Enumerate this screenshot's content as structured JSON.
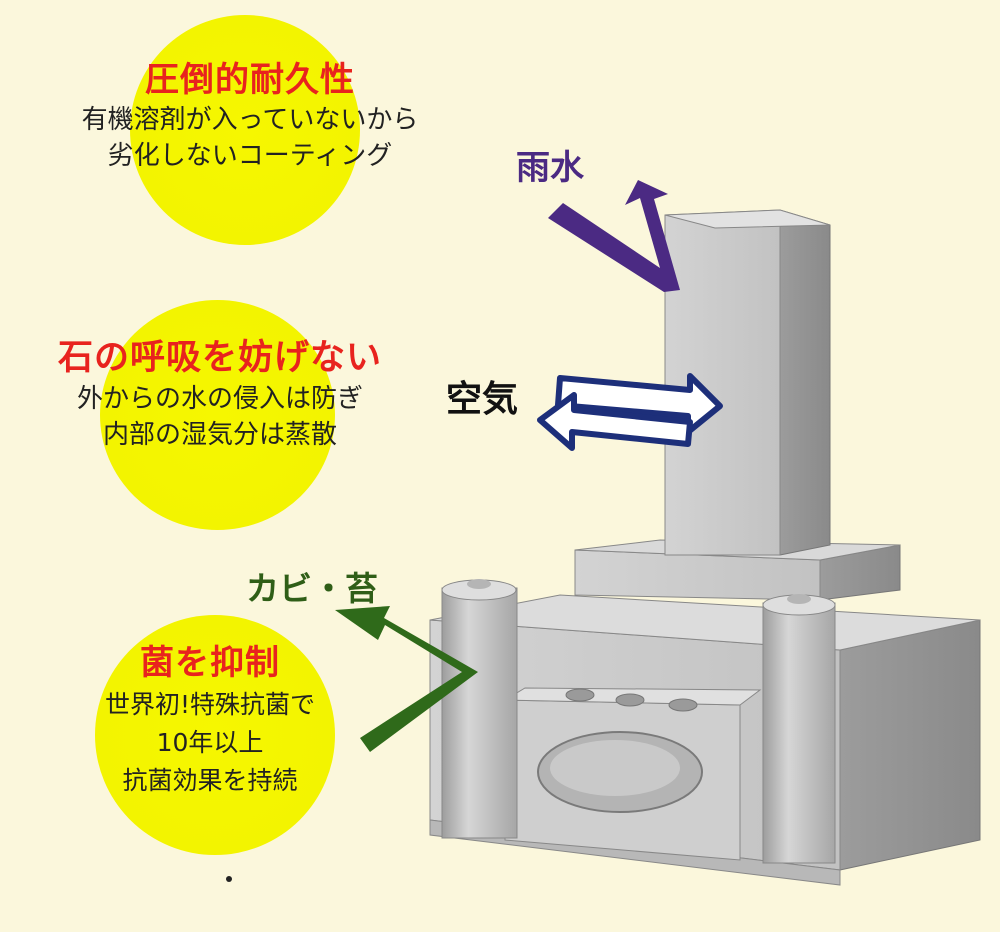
{
  "features": [
    {
      "title": "圧倒的耐久性",
      "lines": [
        "有機溶剤が入っていないから",
        "劣化しないコーティング"
      ]
    },
    {
      "title": "石の呼吸を妨げない",
      "lines": [
        "外からの水の侵入は防ぎ",
        "内部の湿気分は蒸散"
      ]
    },
    {
      "title": "菌を抑制",
      "lines": [
        "世界初!特殊抗菌で",
        "10年以上",
        "抗菌効果を持続"
      ]
    }
  ],
  "labels": {
    "rain": "雨水",
    "air": "空気",
    "mold": "カビ・苔"
  },
  "colors": {
    "background": "#fbf7dc",
    "circle": "#f4f500",
    "title": "#e8231e",
    "rain_arrow": "#4b2a83",
    "air_arrow": "#1d2f7a",
    "mold_arrow": "#2f6a1a",
    "stone": "#c5c5c5"
  }
}
